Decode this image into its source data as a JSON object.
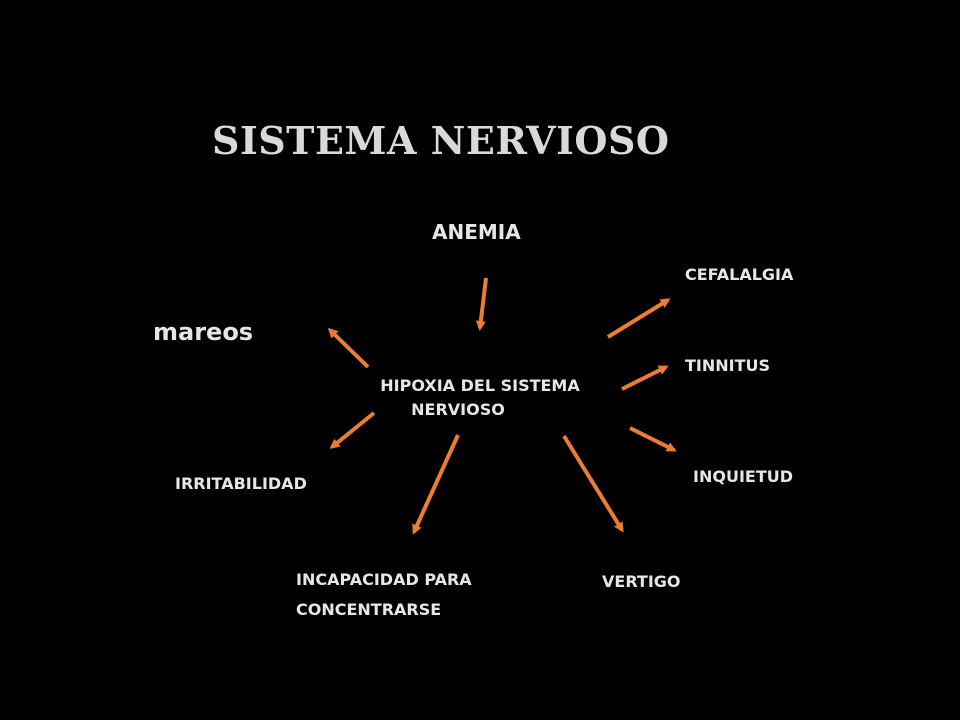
{
  "slide": {
    "title": "SISTEMA NERVIOSO",
    "cause": "ANEMIA",
    "center": {
      "line1": "HIPOXIA DEL SISTEMA",
      "line2": "NERVIOSO"
    },
    "effects": {
      "mareos": "mareos",
      "irritabilidad": "IRRITABILIDAD",
      "incapacidad_line1": "INCAPACIDAD PARA",
      "incapacidad_line2": "CONCENTRARSE",
      "vertigo": "VERTIGO",
      "cefalalgia": "CEFALALGIA",
      "tinnitus": "TINNITUS",
      "inquietud": "INQUIETUD"
    }
  },
  "colors": {
    "background": "#000000",
    "text": "#e6e6e6",
    "arrow": "#ed7d31"
  }
}
